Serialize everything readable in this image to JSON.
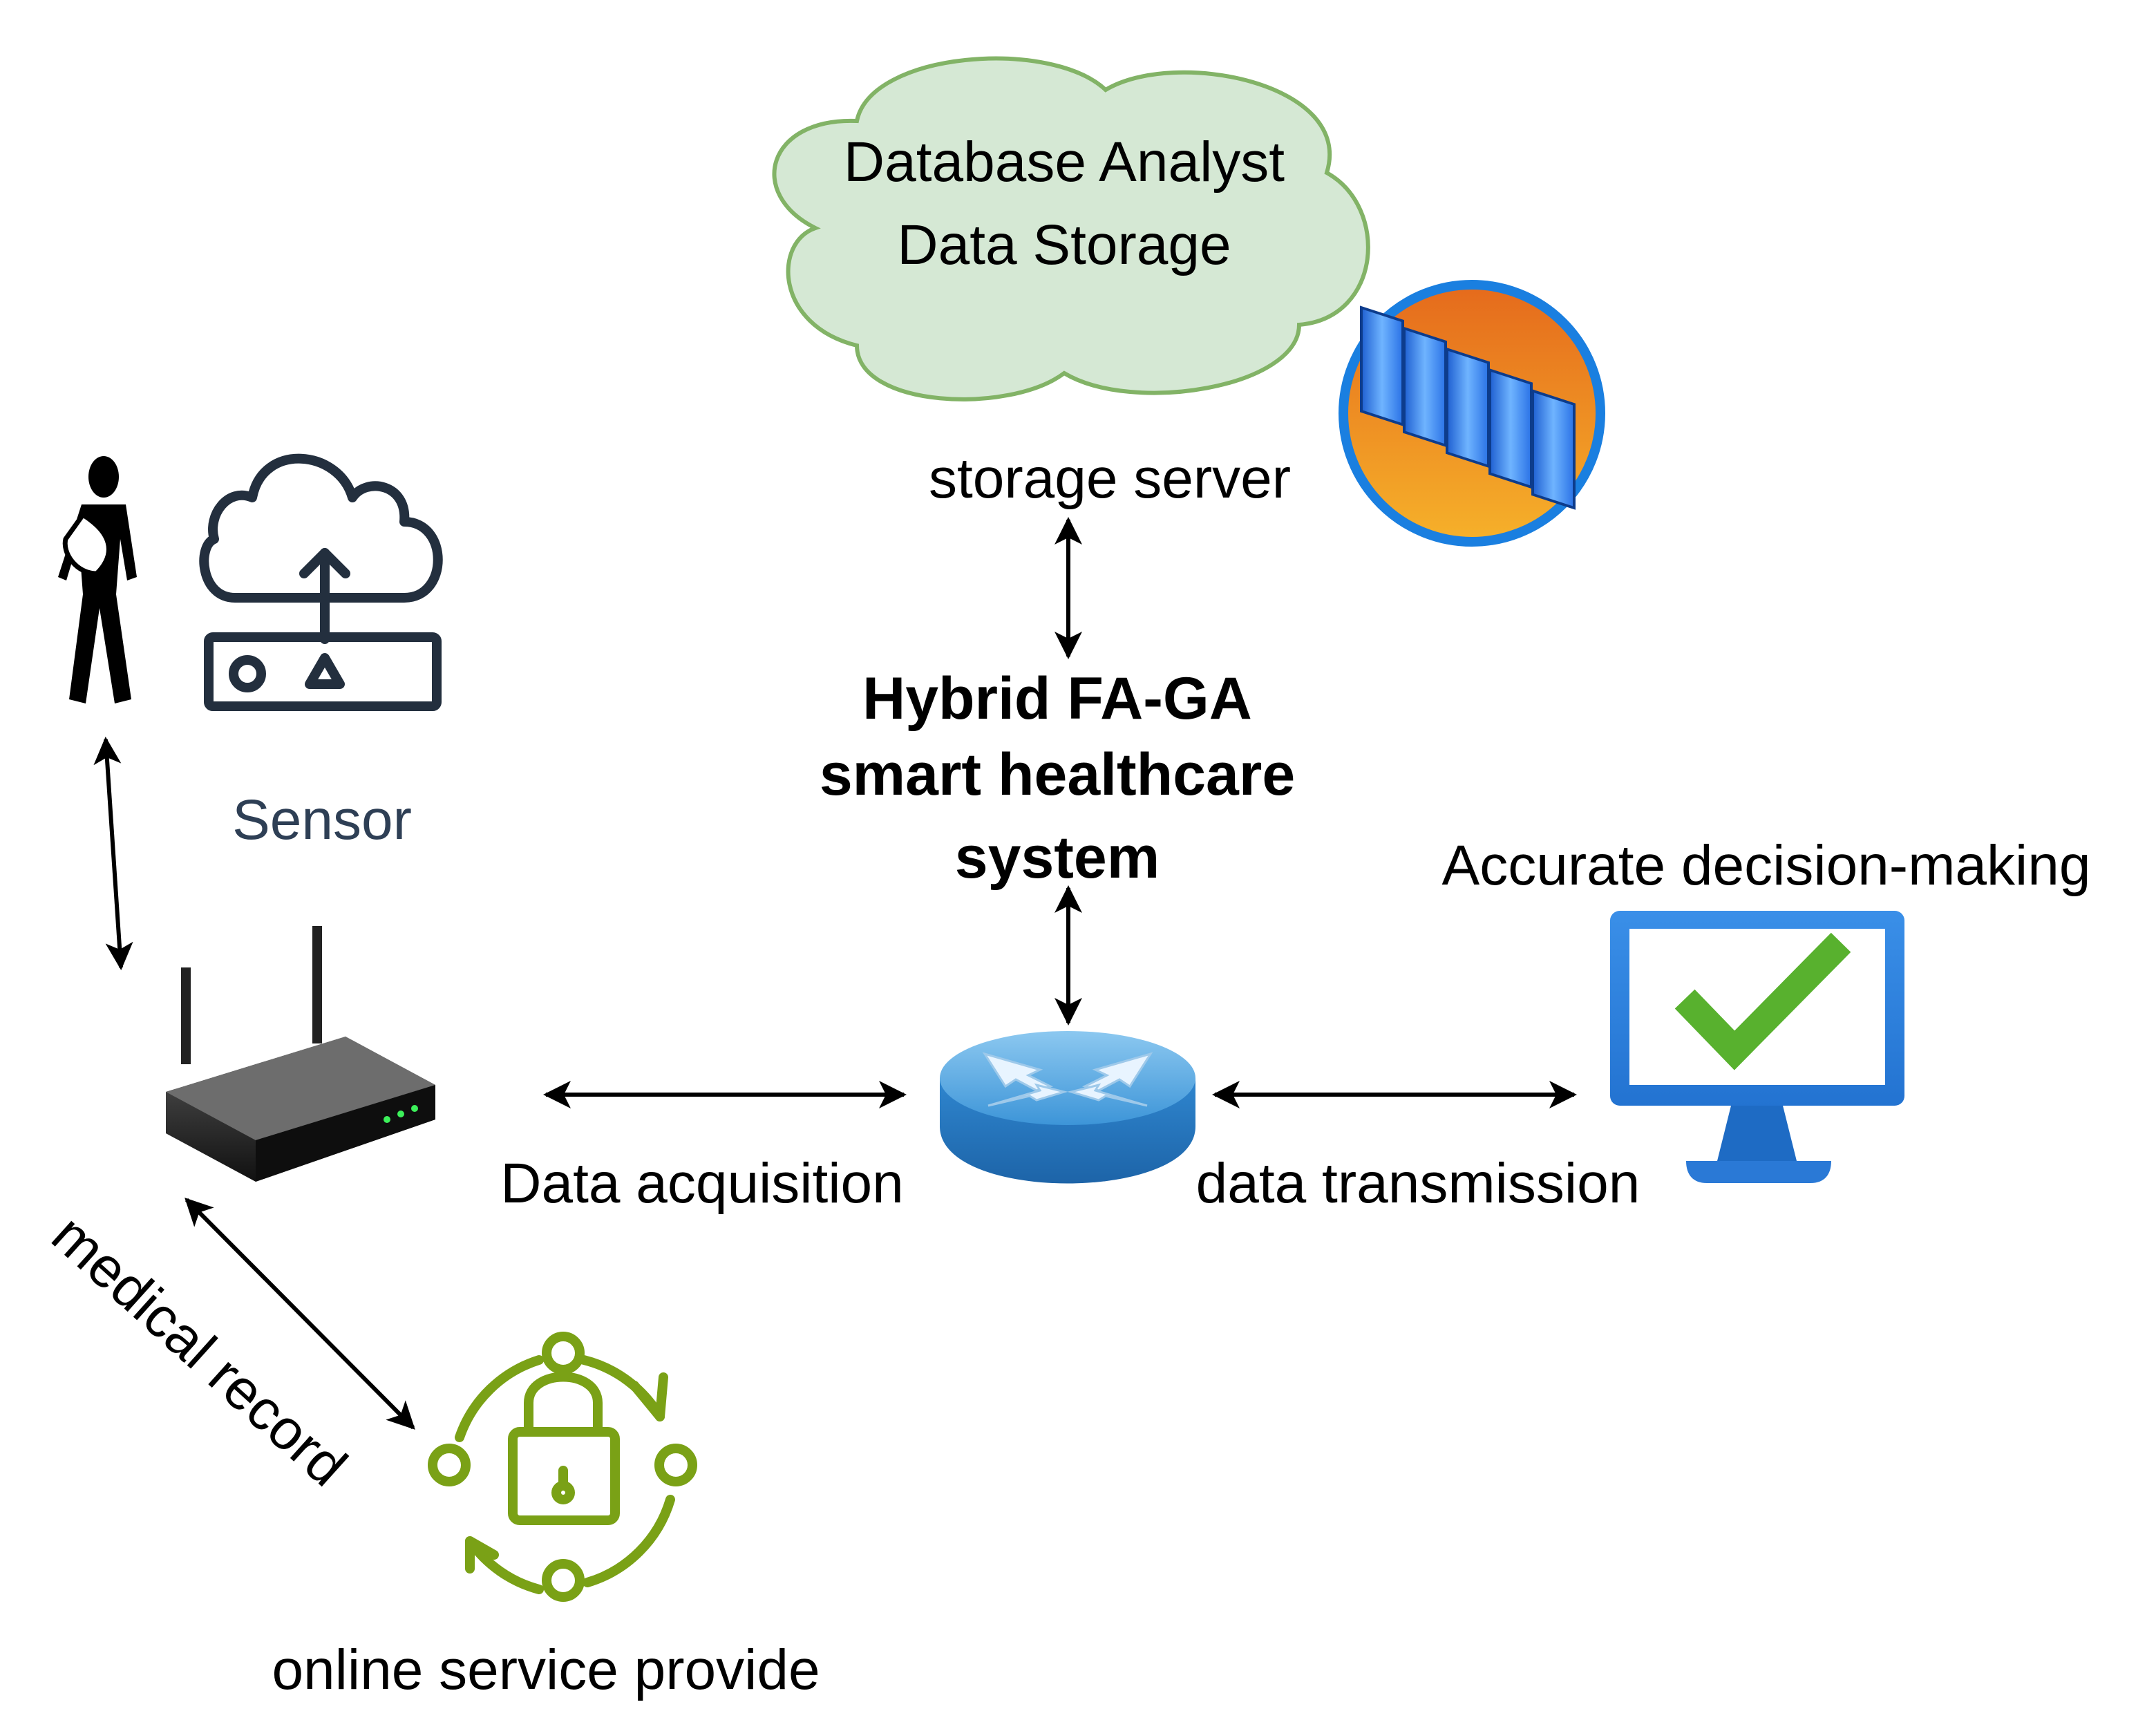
{
  "cloud": {
    "line1": "Database Analyst",
    "line2": "Data Storage"
  },
  "labels": {
    "storage_server": "storage server",
    "system_line1": "Hybrid FA-GA",
    "system_line2": "smart healthcare",
    "system_line3": "system",
    "sensor": "Sensor",
    "accurate_decision": "Accurate decision-making",
    "data_acquisition": "Data acquisition",
    "data_transmission": "data transmission",
    "medical_record": "medical record",
    "online_service": "online service provide"
  },
  "colors": {
    "cloud_fill": "#d5e8d4",
    "cloud_stroke": "#82b366",
    "sensor_navy": "#232f3e",
    "sensor_label": "#2e3f55",
    "lock_green": "#7aa116",
    "monitor_blue": "#2f7fd6",
    "router_blue": "#4aa3e0",
    "server_orange": "#f08a1c",
    "check_green": "#5cb82e",
    "arrow": "#000000"
  },
  "icons": {
    "cloud": "cloud-shape",
    "storage_server": "server-rack-icon",
    "patient": "patient-with-sling-icon",
    "sensor": "cloud-upload-sensor-icon",
    "wifi_router": "wifi-router-icon",
    "network_router": "network-router-icon",
    "monitor": "monitor-checkmark-icon",
    "secure_service": "lock-cycle-icon"
  }
}
